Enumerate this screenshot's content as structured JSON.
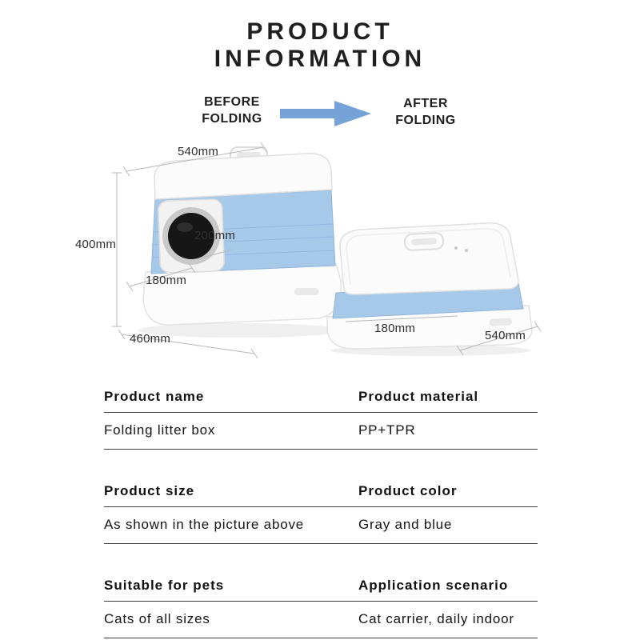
{
  "title": {
    "line1": "PRODUCT",
    "line2": "INFORMATION"
  },
  "comparison": {
    "before_label": "BEFORE\nFOLDING",
    "after_label": "AFTER\nFOLDING"
  },
  "dimensions": {
    "before_top_width": "540mm",
    "before_height": "400mm",
    "before_door_diameter": "200mm",
    "before_front_depth": "180mm",
    "before_base_width": "460mm",
    "after_height": "180mm",
    "after_width": "540mm"
  },
  "specs": [
    {
      "left_label": "Product name",
      "left_value": "Folding litter box",
      "right_label": "Product material",
      "right_value": "PP+TPR"
    },
    {
      "left_label": "Product size",
      "left_value": "As shown in the picture above",
      "right_label": "Product color",
      "right_value": "Gray and blue"
    },
    {
      "left_label": "Suitable for pets",
      "left_value": "Cats of all sizes",
      "right_label": "Application scenario",
      "right_value": "Cat carrier, daily indoor"
    }
  ],
  "colors": {
    "arrow_blue": "#75a3d8",
    "product_blue": "#a6c8e9",
    "text_dark": "#1f1f1f",
    "rule_dark": "#3f3f3f"
  }
}
